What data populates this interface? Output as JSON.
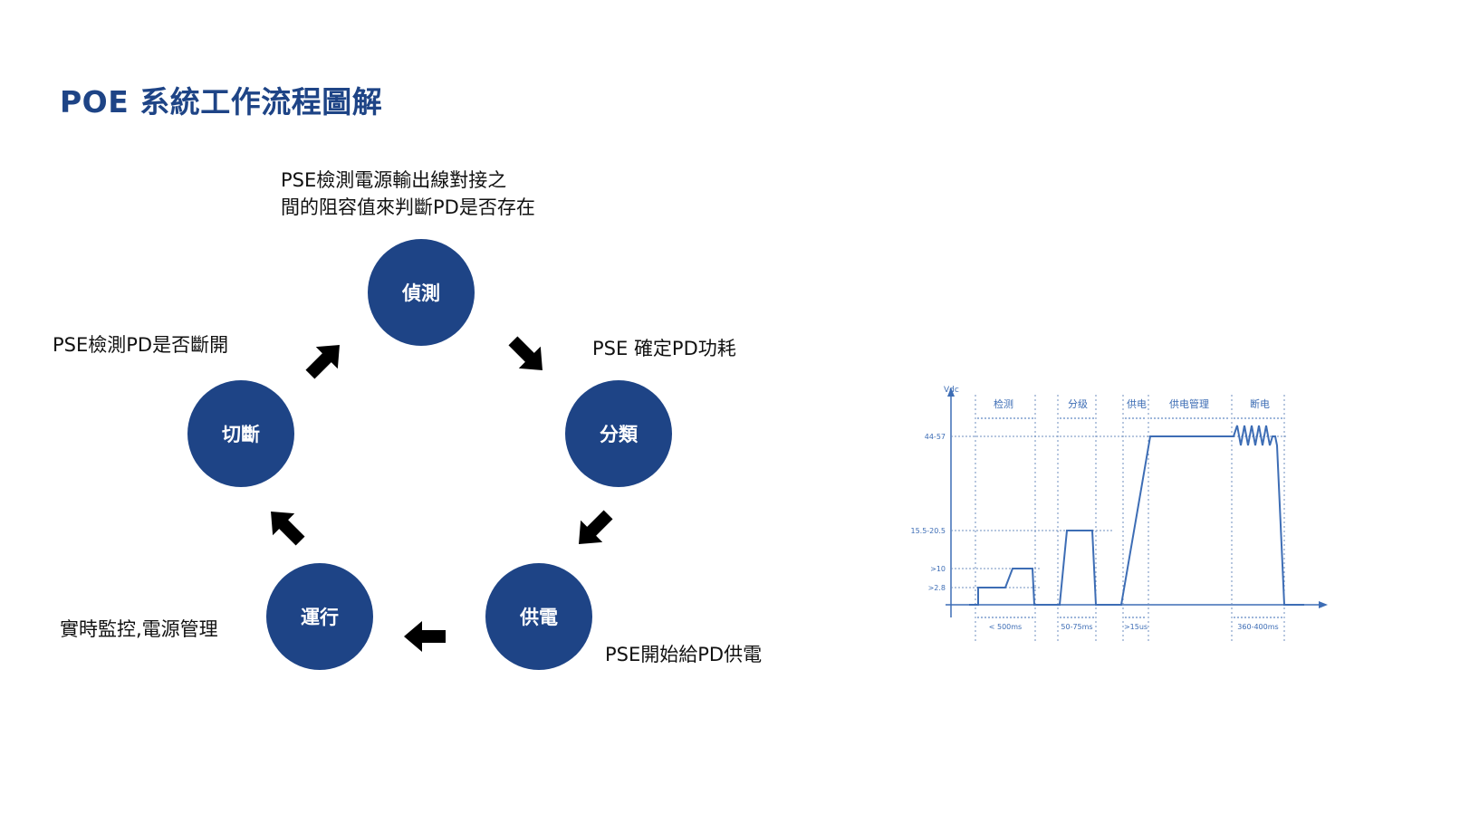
{
  "title": "POE 系統工作流程圖解",
  "colors": {
    "node": "#1e4486",
    "arrow": "#000000",
    "wave": "#3d6db5",
    "grid": "#6f8fbf"
  },
  "nodes": {
    "detect": "偵測",
    "classify": "分類",
    "power": "供電",
    "run": "運行",
    "disconnect": "切斷"
  },
  "descriptions": {
    "detect_line1": "PSE檢測電源輸出線對接之",
    "detect_line2": "間的阻容值來判斷PD是否存在",
    "classify": "PSE 確定PD功耗",
    "power": "PSE開始給PD供電",
    "run": "實時監控,電源管理",
    "disconnect": "PSE檢測PD是否斷開"
  },
  "waveform": {
    "y_axis_label": "Vdc",
    "y_ticks": [
      "44-57",
      "15.5-20.5",
      ">10",
      ">2.8"
    ],
    "phases": [
      "检测",
      "分级",
      "供电",
      "供电管理",
      "断电"
    ],
    "durations": [
      "< 500ms",
      "50-75ms",
      ">15us",
      "360-400ms"
    ]
  }
}
